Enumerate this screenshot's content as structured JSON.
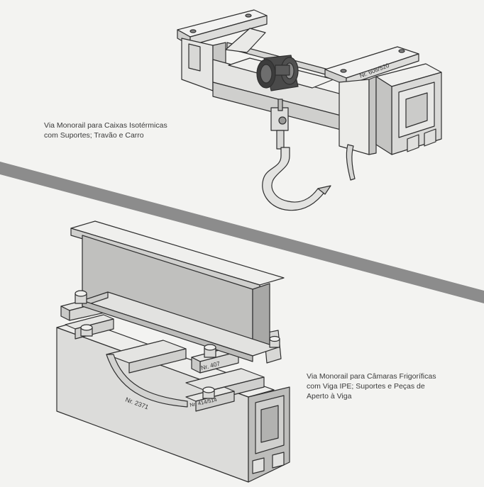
{
  "figure_top": {
    "caption_lines": [
      "Via Monorail para Caixas Isotérmicas",
      "com Suportes; Travão e Carro"
    ],
    "part_label": "Nr. 608/520"
  },
  "figure_bottom": {
    "caption_lines": [
      "Via Monorail para Câmaras Frigoríficas",
      "com Viga IPE; Suportes e Peças de",
      "Aperto à Viga"
    ],
    "part_labels": [
      "Nr. 407",
      "Nr. 2371",
      "Nr. 414/514"
    ]
  },
  "colors": {
    "background": "#f3f3f1",
    "divider": "#8c8c8c",
    "metal_light": "#ebebea",
    "metal_mid": "#d4d4d2",
    "metal_dark": "#b4b4b2",
    "outline": "#2f2f2f"
  }
}
